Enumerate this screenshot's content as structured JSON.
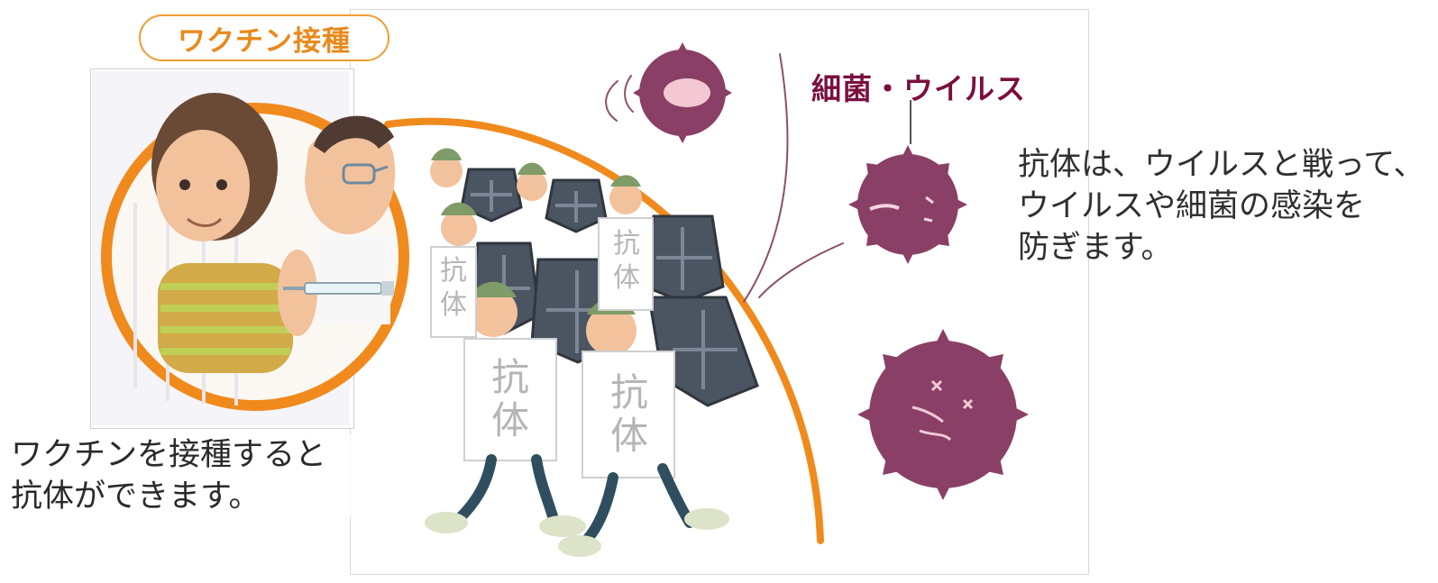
{
  "title": "ワクチン接種",
  "virus_label": "細菌・ウイルス",
  "right_text": "抗体は、ウイルスと戦って、\nウイルスや細菌の感染を\n防ぎます。",
  "left_text": "ワクチンを接種すると\n抗体ができます。",
  "soldier_badge": "抗\n体",
  "colors": {
    "orange": "#f08a1d",
    "virus": "#8a3f66",
    "virus_dark": "#6f2c4f",
    "shield": "#4b5562",
    "skin": "#f2c29d",
    "hair": "#6a4a35"
  }
}
